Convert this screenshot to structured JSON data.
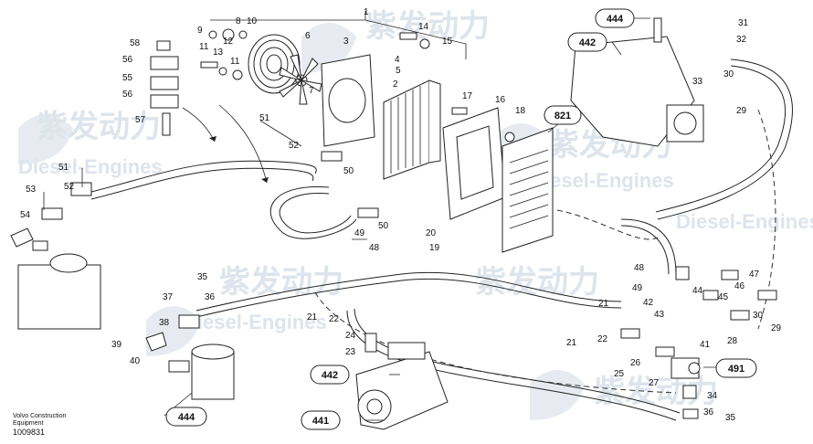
{
  "watermark": {
    "brand_cn": "紫发动力",
    "brand_en": "Diesel-Engines"
  },
  "footer": {
    "company_line1": "Volvo Construction",
    "company_line2": "Equipment",
    "drawing_id": "1009831"
  },
  "tags": [
    "444",
    "442",
    "821",
    "442",
    "441",
    "444",
    "491"
  ],
  "labels": [
    "1",
    "2",
    "3",
    "4",
    "5",
    "6",
    "7",
    "8",
    "9",
    "10",
    "11",
    "11",
    "12",
    "13",
    "14",
    "15",
    "16",
    "17",
    "18",
    "19",
    "20",
    "21",
    "21",
    "21",
    "22",
    "22",
    "23",
    "24",
    "25",
    "26",
    "27",
    "28",
    "29",
    "29",
    "30",
    "30",
    "31",
    "32",
    "33",
    "34",
    "35",
    "35",
    "36",
    "36",
    "37",
    "38",
    "39",
    "40",
    "41",
    "42",
    "43",
    "44",
    "45",
    "46",
    "47",
    "48",
    "48",
    "49",
    "49",
    "50",
    "50",
    "51",
    "51",
    "52",
    "52",
    "53",
    "54",
    "55",
    "56",
    "56",
    "57",
    "58"
  ]
}
